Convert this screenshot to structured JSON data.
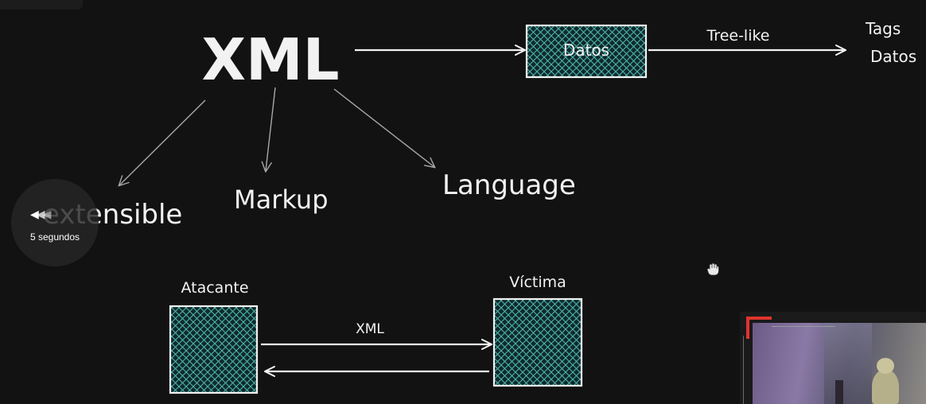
{
  "diagram": {
    "title": "XML",
    "box_datos_label": "Datos",
    "tree_edge_label": "Tree-like",
    "tree_targets": [
      "Tags",
      "Datos"
    ],
    "acronym_words": [
      "extensible",
      "Markup",
      "Language"
    ],
    "attacker_label": "Atacante",
    "victim_label": "Víctima",
    "exchange_label": "XML"
  },
  "player": {
    "seek_label": "5 segundos",
    "seek_icon": "rewind-icon"
  },
  "colors": {
    "background": "#121212",
    "stroke": "#f2f2f2",
    "box_fill": "#0f2a2a",
    "hatch": "#4fb3b0",
    "arrow_thin": "#a8a8a8"
  }
}
